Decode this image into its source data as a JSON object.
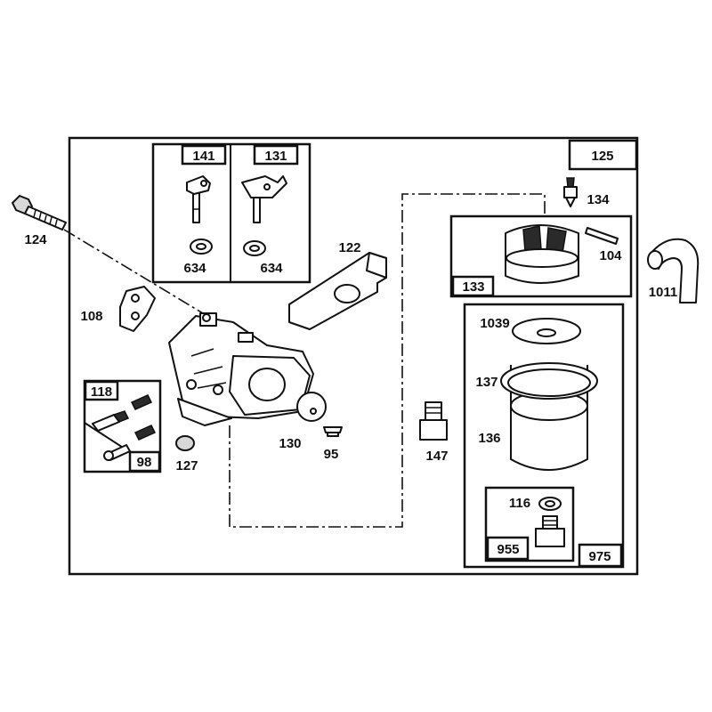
{
  "callouts": {
    "c124": "124",
    "c141": "141",
    "c131": "131",
    "c634a": "634",
    "c634b": "634",
    "c122": "122",
    "c125": "125",
    "c134": "134",
    "c104": "104",
    "c133": "133",
    "c1011": "1011",
    "c108": "108",
    "c1039": "1039",
    "c137": "137",
    "c136": "136",
    "c118": "118",
    "c98": "98",
    "c127": "127",
    "c130": "130",
    "c95": "95",
    "c147": "147",
    "c116": "116",
    "c955": "955",
    "c975": "975"
  }
}
